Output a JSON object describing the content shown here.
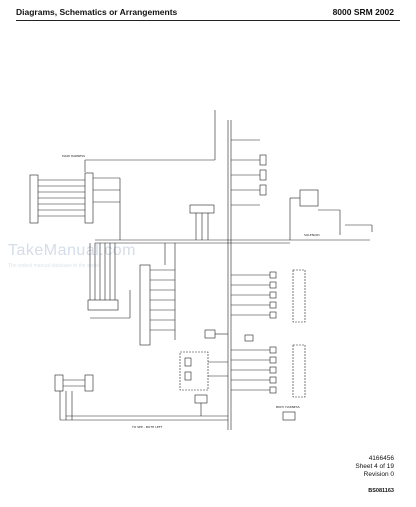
{
  "header": {
    "left_title": "Diagrams, Schematics or Arrangements",
    "right_title": "8000 SRM 2002"
  },
  "watermark": {
    "text": "TakeManual.com",
    "subtext": "The widest manual database in the world"
  },
  "footer": {
    "number": "4166456",
    "sheet": "Sheet 4 of 19",
    "revision": "Revision 0",
    "code": "BS081163"
  },
  "labels": {
    "bottom_bus": "TO SEE - BOTH LEFT"
  }
}
